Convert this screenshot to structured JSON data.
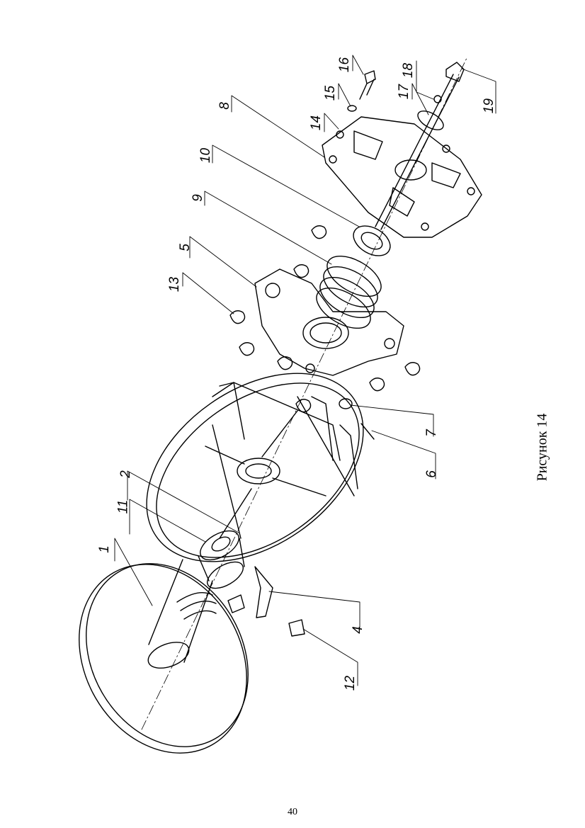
{
  "figure": {
    "caption": "Рисунок 14",
    "callouts": [
      {
        "id": "c1",
        "label": "1"
      },
      {
        "id": "c2",
        "label": "2"
      },
      {
        "id": "c4",
        "label": "4"
      },
      {
        "id": "c5",
        "label": "5"
      },
      {
        "id": "c6",
        "label": "6"
      },
      {
        "id": "c7",
        "label": "7"
      },
      {
        "id": "c8",
        "label": "8"
      },
      {
        "id": "c9",
        "label": "9"
      },
      {
        "id": "c10",
        "label": "10"
      },
      {
        "id": "c11",
        "label": "11"
      },
      {
        "id": "c12",
        "label": "12"
      },
      {
        "id": "c13",
        "label": "13"
      },
      {
        "id": "c14",
        "label": "14"
      },
      {
        "id": "c15",
        "label": "15"
      },
      {
        "id": "c16",
        "label": "16"
      },
      {
        "id": "c17",
        "label": "17"
      },
      {
        "id": "c18",
        "label": "18"
      },
      {
        "id": "c19",
        "label": "19"
      }
    ]
  },
  "page": {
    "number": "40"
  }
}
